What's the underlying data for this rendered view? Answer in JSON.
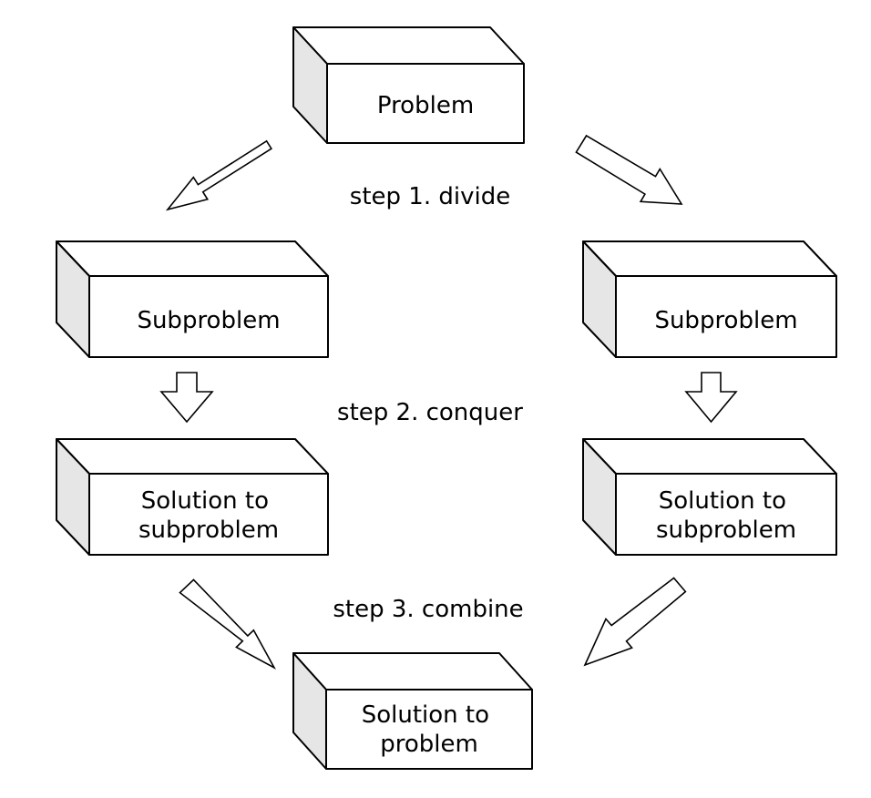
{
  "diagram": {
    "boxes": {
      "problem": {
        "lines": [
          "Problem"
        ]
      },
      "sub_left": {
        "lines": [
          "Subproblem"
        ]
      },
      "sub_right": {
        "lines": [
          "Subproblem"
        ]
      },
      "sol_left": {
        "lines": [
          "Solution to",
          "subproblem"
        ]
      },
      "sol_right": {
        "lines": [
          "Solution to",
          "subproblem"
        ]
      },
      "final": {
        "lines": [
          "Solution to",
          "problem"
        ]
      }
    },
    "steps": {
      "divide": "step 1. divide",
      "conquer": "step 2. conquer",
      "combine": "step 3. combine"
    }
  }
}
